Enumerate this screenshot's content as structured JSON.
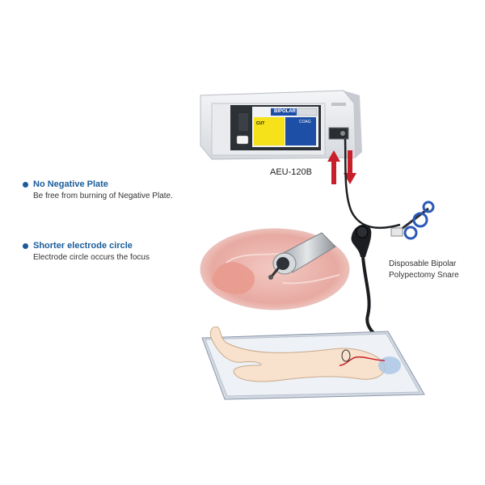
{
  "features": [
    {
      "icon": "bullet-dot-icon",
      "title": "No Negative Plate",
      "description": "Be free from burning of Negative Plate."
    },
    {
      "icon": "bullet-dot-icon",
      "title": "Shorter electrode circle",
      "description": "Electrode circle occurs the focus"
    }
  ],
  "device": {
    "label": "AEU-120B",
    "screen": {
      "mode": "BIPOLAR",
      "left_mode": "CUT",
      "right_mode": "COAG"
    }
  },
  "snare": {
    "label_line1": "Disposable Bipolar",
    "label_line2": "Polypectomy Snare"
  },
  "colors": {
    "accent_blue": "#1a5c9a",
    "arrow_red": "#c8202a",
    "screen_yellow": "#f5e21a",
    "screen_blue": "#1d4fa6"
  }
}
